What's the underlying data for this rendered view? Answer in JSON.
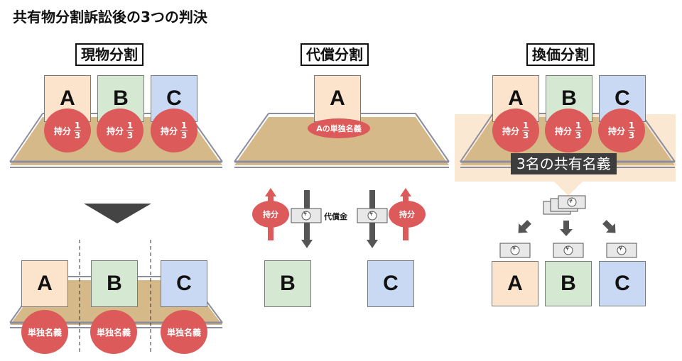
{
  "title": "共有物分割訴訟後の3つの判決",
  "sections": {
    "left": {
      "title": "現物分割"
    },
    "middle": {
      "title": "代償分割"
    },
    "right": {
      "title": "換価分割"
    }
  },
  "parties": {
    "a": "A",
    "b": "B",
    "c": "C"
  },
  "share": {
    "label": "持分",
    "numerator": "1",
    "denominator": "3"
  },
  "sole_owner_label": "単独名義",
  "a_sole_owner_label": "Aの単独名義",
  "compensation_label": "代償金",
  "co_owner_banner": "3名の共有名義",
  "currency_symbol": "¥",
  "colors": {
    "a": "#fbe3cc",
    "b": "#d5e8d1",
    "c": "#c9d8f3",
    "circle": "#dc5a5a",
    "arrow": "#555555",
    "land": "#d2b48c"
  }
}
